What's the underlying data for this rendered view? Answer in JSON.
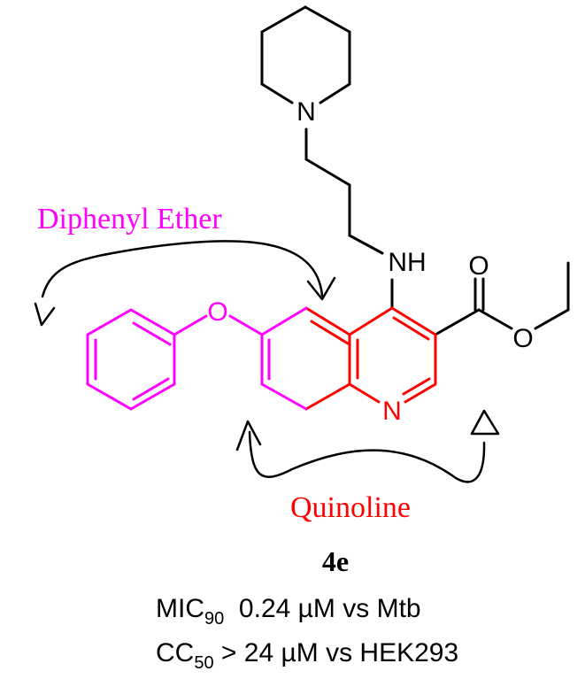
{
  "colors": {
    "bond_default": "#000000",
    "quinoline": "#ff0000",
    "diphenyl_ether": "#ff00ff"
  },
  "atoms": {
    "piperidine_n": "N",
    "amine": "NH",
    "carbonyl_o": "O",
    "ester_o": "O",
    "ether_o": "O",
    "ring_n": "N"
  },
  "labels": {
    "diphenyl_ether": "Diphenyl Ether",
    "quinoline": "Quinoline"
  },
  "compound": {
    "id": "4e",
    "mic": {
      "prefix": "MIC",
      "sub": "90",
      "rest": "  0.24 µM vs Mtb"
    },
    "cc": {
      "prefix": "CC",
      "sub": "50",
      "rest": " > 24 µM vs HEK293"
    }
  }
}
